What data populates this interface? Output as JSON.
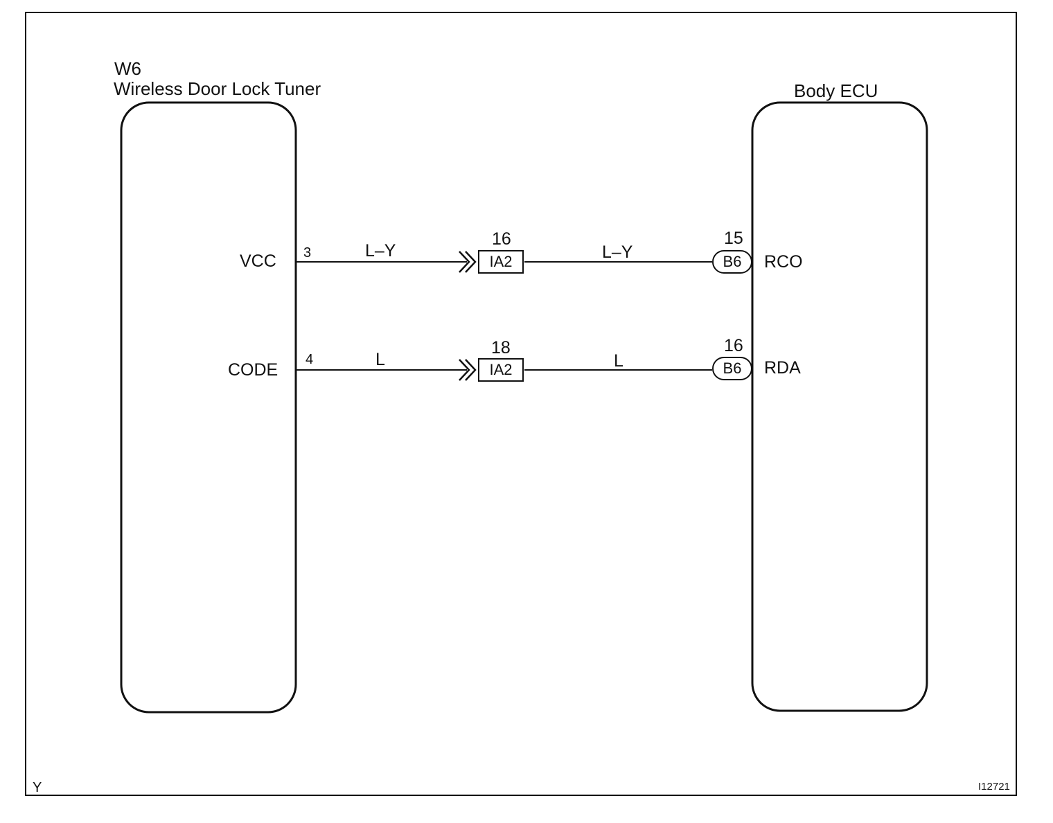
{
  "left_component": {
    "code": "W6",
    "name": "Wireless Door Lock Tuner",
    "pins": [
      {
        "label": "VCC",
        "number": "3"
      },
      {
        "label": "CODE",
        "number": "4"
      }
    ]
  },
  "right_component": {
    "name": "Body ECU",
    "pins": [
      {
        "label": "RCO",
        "connector": "B6",
        "number": "15"
      },
      {
        "label": "RDA",
        "connector": "B6",
        "number": "16"
      }
    ]
  },
  "wires": [
    {
      "color_left": "L–Y",
      "junction": "IA2",
      "junction_pin": "16",
      "color_right": "L–Y"
    },
    {
      "color_left": "L",
      "junction": "IA2",
      "junction_pin": "18",
      "color_right": "L"
    }
  ],
  "footer": {
    "left_code": "Y",
    "figure_id": "I12721"
  }
}
